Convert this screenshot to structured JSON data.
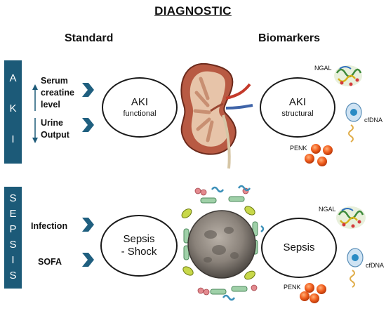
{
  "title": "DIAGNOSTIC",
  "columns": {
    "standard": "Standard",
    "biomarkers": "Biomarkers"
  },
  "aki": {
    "sidebar": [
      "A",
      "K",
      "I"
    ],
    "measures": {
      "serum_line1": "Serum",
      "serum_line2": "creatine",
      "serum_line3": "level",
      "urine_line1": "Urine",
      "urine_line2": "Output"
    },
    "functional": {
      "title": "AKI",
      "subtitle": "functional"
    },
    "structural": {
      "title": "AKI",
      "subtitle": "structural"
    },
    "biomarkers": {
      "ngal": "NGAL",
      "cfdna": "cfDNA",
      "penk": "PENK"
    }
  },
  "sepsis": {
    "sidebar": [
      "S",
      "E",
      "P",
      "S",
      "I",
      "S"
    ],
    "measures": {
      "infection": "Infection",
      "sofa": "SOFA"
    },
    "left": {
      "line1": "Sepsis",
      "line2": "- Shock"
    },
    "right": {
      "title": "Sepsis"
    },
    "biomarkers": {
      "ngal": "NGAL",
      "cfdna": "cfDNA",
      "penk": "PENK"
    }
  },
  "colors": {
    "sidebar": "#1c5a78",
    "chevron": "#1f5f7f",
    "penk": "#ef5b1f",
    "cell": "#2a8bc4"
  }
}
